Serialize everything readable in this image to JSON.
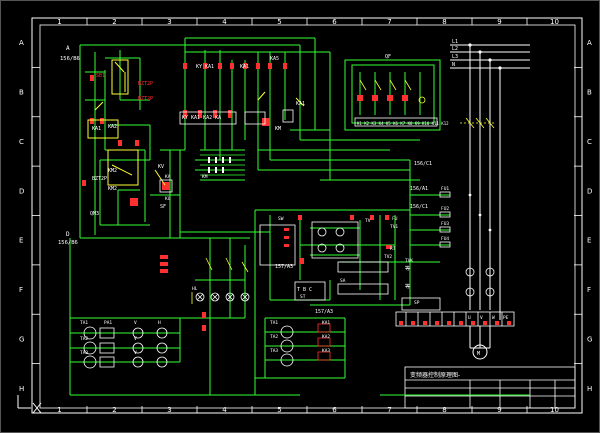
{
  "sheet": {
    "columns": [
      "1",
      "2",
      "3",
      "4",
      "5",
      "6",
      "7",
      "8",
      "9",
      "10"
    ],
    "rows": [
      "A",
      "B",
      "C",
      "D",
      "E",
      "F",
      "G",
      "H"
    ]
  },
  "title_block": {
    "title": "变频器控制原理图-"
  },
  "labels": {
    "lA": "A",
    "lA2": "156/B6",
    "lD": "D",
    "lD2": "156/B6",
    "qf": "QF",
    "l1": "L1",
    "l2": "L2",
    "l3": "L3",
    "ln": "N",
    "ref1": "156/C1",
    "ref2": "156/A1",
    "ref3": "156/C1",
    "ref4": "157/A3",
    "ref5": "157/A3",
    "fu1": "FU1",
    "fu2": "FU2",
    "fu3": "FU3",
    "fu4": "FU4",
    "tv1": "TV1",
    "tvk": "TVK",
    "sw": "SW",
    "sp": "SP",
    "rt": "RT",
    "tb": "T B C",
    "st": "ST",
    "km": "KM",
    "ka": "KA",
    "ku": "KU",
    "hl": "HL",
    "eq1": "等",
    "eq2": "等",
    "m": "M",
    "u": "U",
    "v": "V",
    "w": "W",
    "pe": "PE"
  },
  "colors": {
    "wire": "#33ff33",
    "wire_alt": "#00dd00",
    "red": "#ff3030",
    "white": "#ffffff",
    "yellow": "#ffff33",
    "cyan": "#33ffff",
    "magenta": "#ff44ff",
    "frame": "#ffffff",
    "background": "#000000"
  }
}
